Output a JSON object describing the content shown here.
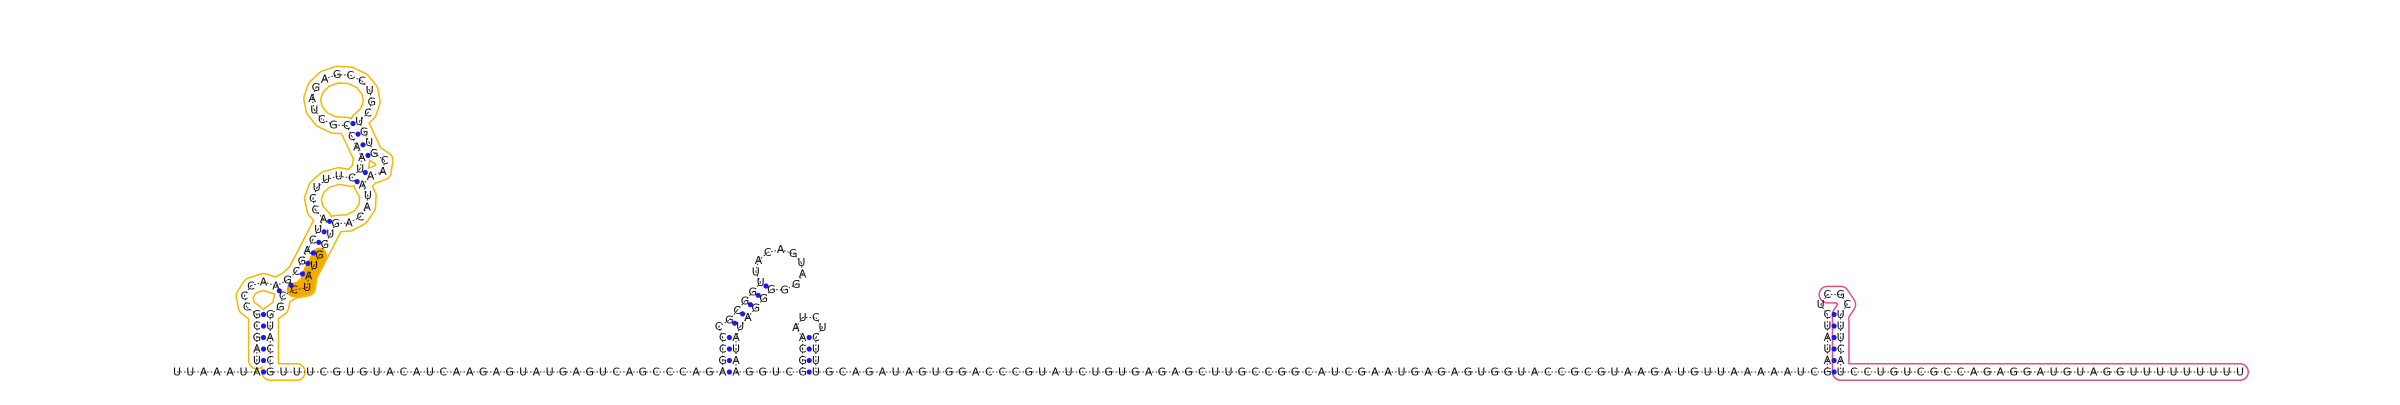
{
  "structure": {
    "sequence": "UUAAAUAUAGCGCCCAAGCGACUACCUUUCUAACCGCUAGAGCCUGCUGUGCAAAUACAGUGGUAUCCGGUACCGUUUCGUGUACAUCAAGAGUAUGAGUCAGCCCAGAGCCCGCGGUUACAGUAGGGGGAUAUAAGGUCGGCAAUCUCUUUGCAGAUAGUGGACCCGUAUCUGUGAGAGCUUGCCGGCAUCGAAUGAGAGUGGUACCGCGUAAGAUGUUAAAAAUCGAUAUCUCGCUUUCAUCCUGUCGCCAGAGGAUGUAGGUUUUUUUUU",
    "dot_bracket": "......((((((....((((((((.....((((((............))))..))....)))))).)).)))))).................................((((.(((((.........)))))))))....((((....))))...........................................................................((((((....)))))).......................((((((((((((((((...))))))))))))))))...........",
    "pair_dot_color": "#1a1aee",
    "highlight_regions": [
      {
        "color": "#f5b800",
        "fill": "#ffe08a",
        "role": "outline",
        "range": [
          7,
          76
        ]
      },
      {
        "color": "#e8a000",
        "fill": "#f2a900",
        "role": "filled",
        "range": [
          62,
          66
        ]
      },
      {
        "color": "#e05080",
        "fill": "#f8c0d0",
        "role": "outline",
        "range": [
          234,
          272
        ]
      }
    ]
  }
}
